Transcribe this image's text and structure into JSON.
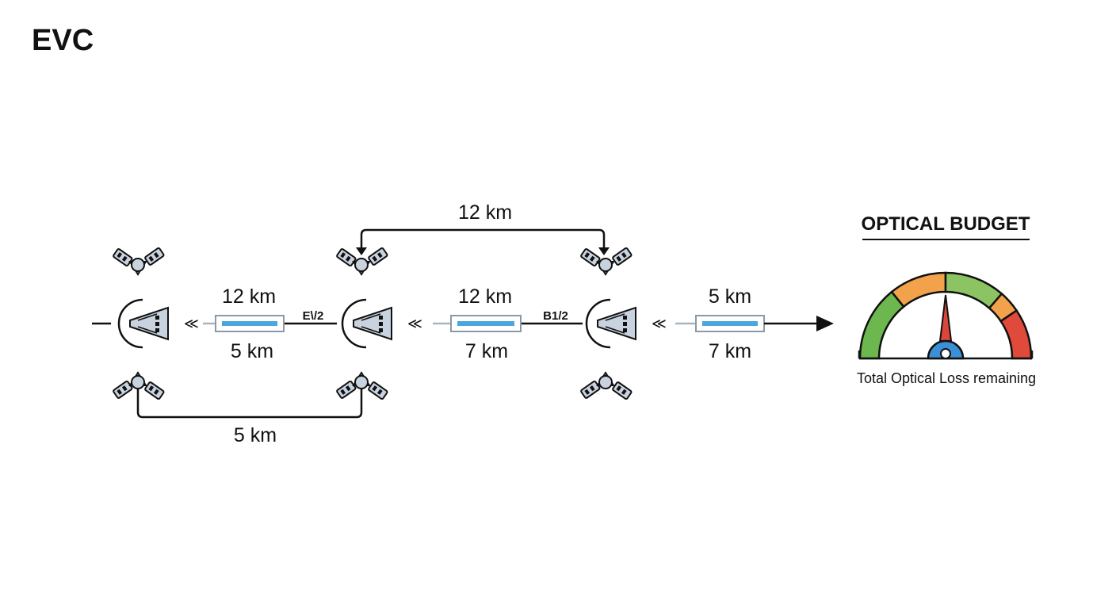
{
  "title": "EVC",
  "labels": {
    "top_bridge": "12 km",
    "bottom_bridge": "5 km",
    "seg1_top": "12 km",
    "seg1_bottom": "5 km",
    "seg2_top": "12 km",
    "seg2_bottom": "7 km",
    "seg3_top": "5 km",
    "seg3_bottom": "7 km",
    "tag1": "E\\/2",
    "tag2": "B1/2"
  },
  "gauge": {
    "title": "OPTICAL BUDGET",
    "caption": "Total Optical Loss remaining",
    "zone_colors": [
      "#6cb84e",
      "#f2a24a",
      "#8cc463",
      "#f2a24a",
      "#e04a3a"
    ],
    "needle_color": "#d9463a",
    "hub_color": "#3b8fd6"
  },
  "colors": {
    "line": "#111111",
    "connector_line": "#a9b4c2",
    "fiber_fill": "#4aa6dc",
    "node_fill": "#c9d3e0"
  },
  "icons": {
    "node": "splitter-node-icon",
    "connector": "fiber-connector-icon",
    "arrow": "arrow-right-icon"
  }
}
